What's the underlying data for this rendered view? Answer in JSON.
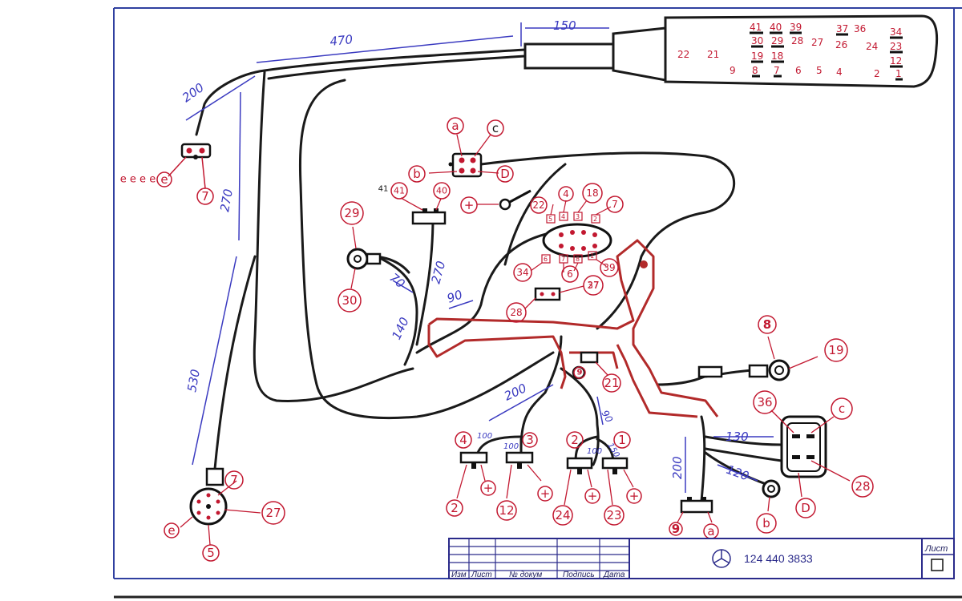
{
  "drawing": {
    "part_number": "124 440 3833",
    "sheet_label": "Лист",
    "title_block": {
      "izm": "Изм",
      "list": "Лист",
      "docnum": "№ докум",
      "signature": "Подпись",
      "date": "Дата"
    }
  },
  "dimensions": {
    "d470": "470",
    "d150": "150",
    "d200_top": "200",
    "d270_left": "270",
    "d530": "530",
    "d70": "70",
    "d270_mid": "270",
    "d90_mid": "90",
    "d140": "140",
    "d200_center": "200",
    "d100_a": "100",
    "d100_b": "100",
    "d100_c": "100",
    "d90_right": "90",
    "d150_right": "150",
    "d200_right": "200",
    "d130": "130",
    "d120": "120"
  },
  "main_connector": {
    "row1": [
      "41",
      "40",
      "39",
      "37",
      "36",
      "34"
    ],
    "row2": [
      "30",
      "29",
      "28",
      "27",
      "26",
      "24",
      "23"
    ],
    "row3": [
      "22",
      "21",
      "19",
      "18",
      "12"
    ],
    "row4": [
      "9",
      "8",
      "7",
      "6",
      "5",
      "4",
      "2",
      "1"
    ]
  },
  "labels": {
    "left_conn_e": "e",
    "left_conn_7": "7",
    "eeee": "e e e e",
    "top_a": "a",
    "top_c": "c",
    "top_b": "b",
    "top_d": "D",
    "plus_mid": "+",
    "c41": "41",
    "c41b": "41",
    "c40": "40",
    "c29": "29",
    "c30": "30",
    "c22": "22",
    "c4": "4",
    "c18": "18",
    "c7": "7",
    "p5": "5",
    "p4": "4",
    "p3": "3",
    "p2": "2",
    "p6": "6",
    "p7": "7",
    "p8": "8",
    "p1": "1",
    "c34": "34",
    "c6": "6",
    "c27m": "27",
    "c39": "39",
    "c37": "37",
    "c28": "28",
    "c8top": "8",
    "c19": "19",
    "c9": "9",
    "c21": "21",
    "sw4": "4",
    "sw3": "3",
    "sw2": "2",
    "sw1": "1",
    "b2": "2",
    "b12": "12",
    "b24": "24",
    "b23": "23",
    "bp1": "+",
    "bp2": "+",
    "bp3": "+",
    "bp4": "+",
    "c36": "36",
    "rc": "c",
    "c28r": "28",
    "rD": "D",
    "rb": "b",
    "r9": "9",
    "ra": "a",
    "bl7": "7",
    "bl27": "27",
    "ble": "e",
    "bl5": "5"
  }
}
